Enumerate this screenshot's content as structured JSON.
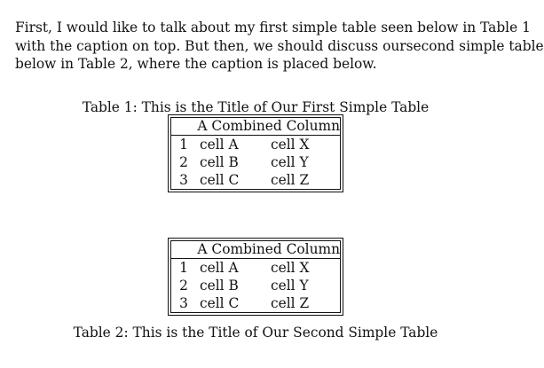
{
  "paragraph": {
    "line1": "First, I would like to talk about my first simple table seen below in Table 1",
    "line2": "with the caption on top. But then, we should discuss oursecond simple table",
    "line3": "below in Table 2, where the caption is placed below."
  },
  "table1": {
    "caption": "Table 1: This is the Title of Our First Simple Table",
    "header": "A Combined Column",
    "rows": [
      {
        "num": "1",
        "a": "cell A",
        "x": "cell X"
      },
      {
        "num": "2",
        "a": "cell B",
        "x": "cell Y"
      },
      {
        "num": "3",
        "a": "cell C",
        "x": "cell Z"
      }
    ]
  },
  "table2": {
    "caption": "Table 2: This is the Title of Our Second Simple Table",
    "header": "A Combined Column",
    "rows": [
      {
        "num": "1",
        "a": "cell A",
        "x": "cell X"
      },
      {
        "num": "2",
        "a": "cell B",
        "x": "cell Y"
      },
      {
        "num": "3",
        "a": "cell C",
        "x": "cell Z"
      }
    ]
  }
}
